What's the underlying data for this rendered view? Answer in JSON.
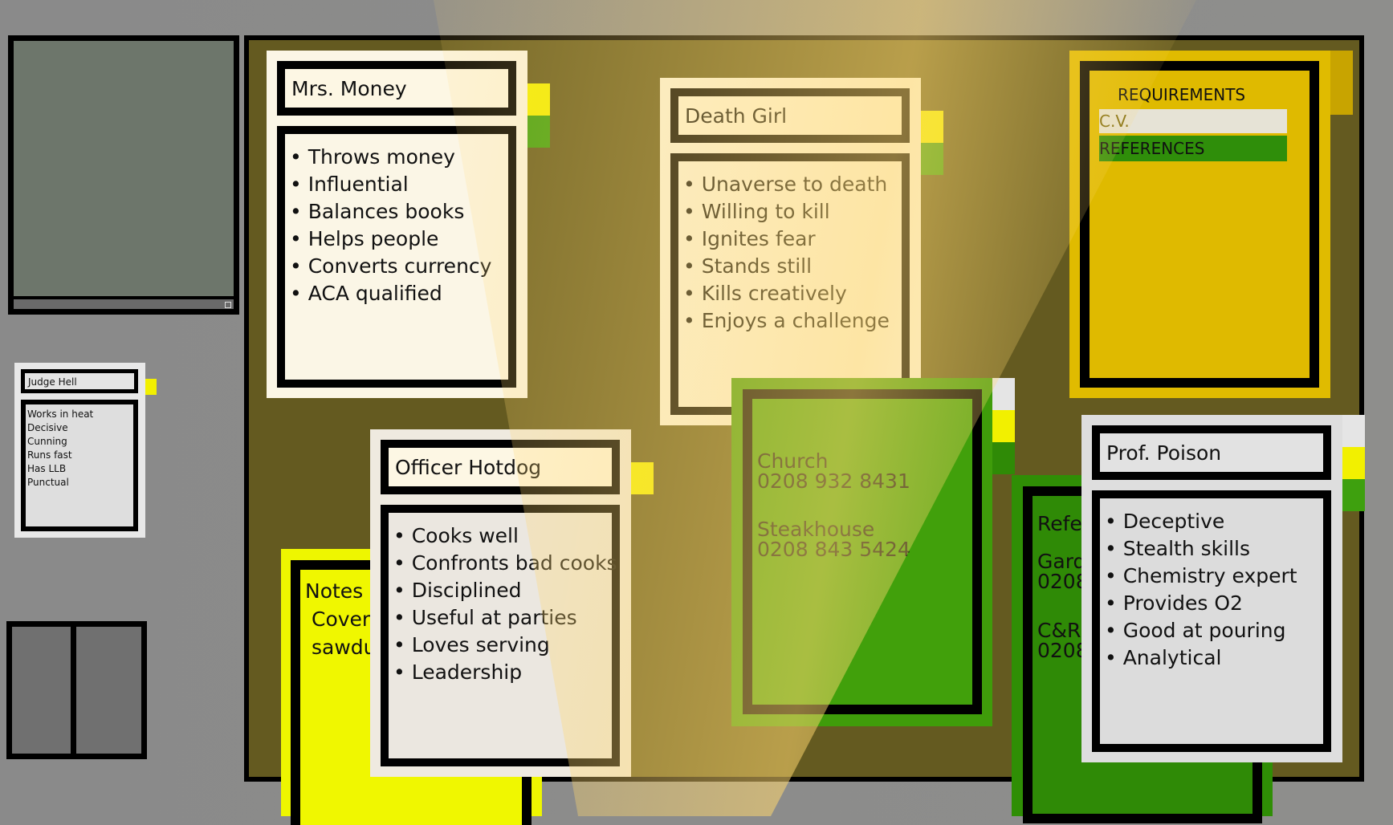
{
  "cards": {
    "mrs_money": {
      "title": "Mrs. Money",
      "items": [
        "Throws money",
        "Influential",
        "Balances books",
        "Helps people",
        "Converts currency",
        "ACA qualified"
      ]
    },
    "death_girl": {
      "title": "Death Girl",
      "items": [
        "Unaverse to death",
        "Willing to kill",
        "Ignites fear",
        "Stands still",
        "Kills creatively",
        "Enjoys a challenge"
      ]
    },
    "officer_hotdog": {
      "title": "Officer Hotdog",
      "items": [
        "Cooks well",
        "Confronts bad cooks",
        "Disciplined",
        "Useful at parties",
        "Loves serving",
        "Leadership"
      ]
    },
    "prof_poison": {
      "title": "Prof. Poison",
      "items": [
        "Deceptive",
        "Stealth skills",
        "Chemistry expert",
        "Provides O2",
        "Good at pouring",
        "Analytical"
      ]
    },
    "judge_hell": {
      "title": "Judge Hell",
      "items": [
        "Works in heat",
        "Decisive",
        "Cunning",
        "Runs fast",
        "Has LLB",
        "Punctual"
      ]
    }
  },
  "requirements": {
    "title": "REQUIREMENTS",
    "options": [
      "C.V.",
      "REFERENCES"
    ],
    "selected": "REFERENCES"
  },
  "contacts_card": {
    "line1": "Church",
    "line2": "0208 932 8431",
    "line3": "Steakhouse",
    "line4": "0208 843 5424"
  },
  "refs_card": {
    "line1": "Refe",
    "line2": "Gard",
    "line3": "0208",
    "line4": "C&R",
    "line5": "0208"
  },
  "notes_card": {
    "line1": "Notes",
    "line2": "Cover",
    "line3": "sawdu"
  },
  "colors": {
    "board": "#645a20",
    "card": "#fbf6e6",
    "tab_yellow": "#f2f000",
    "tab_green": "#3ea00e",
    "requirements_bg": "#e0bb00",
    "contacts_bg": "#3f9c0a"
  }
}
